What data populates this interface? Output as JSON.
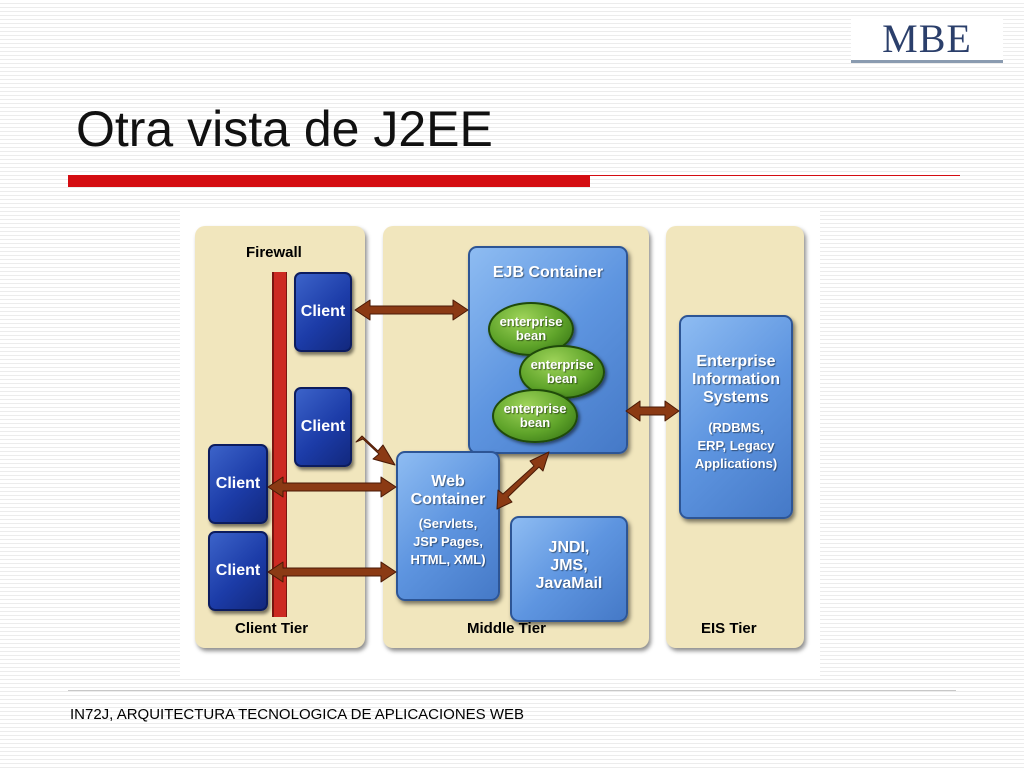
{
  "slide": {
    "logo": "MBE",
    "title": "Otra vista de J2EE",
    "footer": "IN72J, ARQUITECTURA TECNOLOGICA DE APLICACIONES WEB"
  },
  "diagram": {
    "firewall_label": "Firewall",
    "tiers": {
      "client": "Client Tier",
      "middle": "Middle Tier",
      "eis": "EIS Tier"
    },
    "client_label": "Client",
    "ejb_container": {
      "title": "EJB Container",
      "bean_label": "enterprise\nbean"
    },
    "web_container": {
      "title": "Web\nContainer",
      "subtitle": "(Servlets,\nJSP Pages,\nHTML, XML)"
    },
    "jndi": "JNDI,\nJMS,\nJavaMail",
    "eis": {
      "title": "Enterprise\nInformation\nSystems",
      "subtitle": "(RDBMS,\nERP, Legacy\nApplications)"
    },
    "colors": {
      "tier_fill": "#f1e6bd",
      "firewall": "#cc2a22",
      "client_box": "#1c3ca8",
      "component_box": "#5e95e0",
      "bean": "#5fa42a",
      "arrow": "#8b3a14",
      "accent_bar": "#d40d12",
      "logo": "#2b3f6b"
    }
  }
}
